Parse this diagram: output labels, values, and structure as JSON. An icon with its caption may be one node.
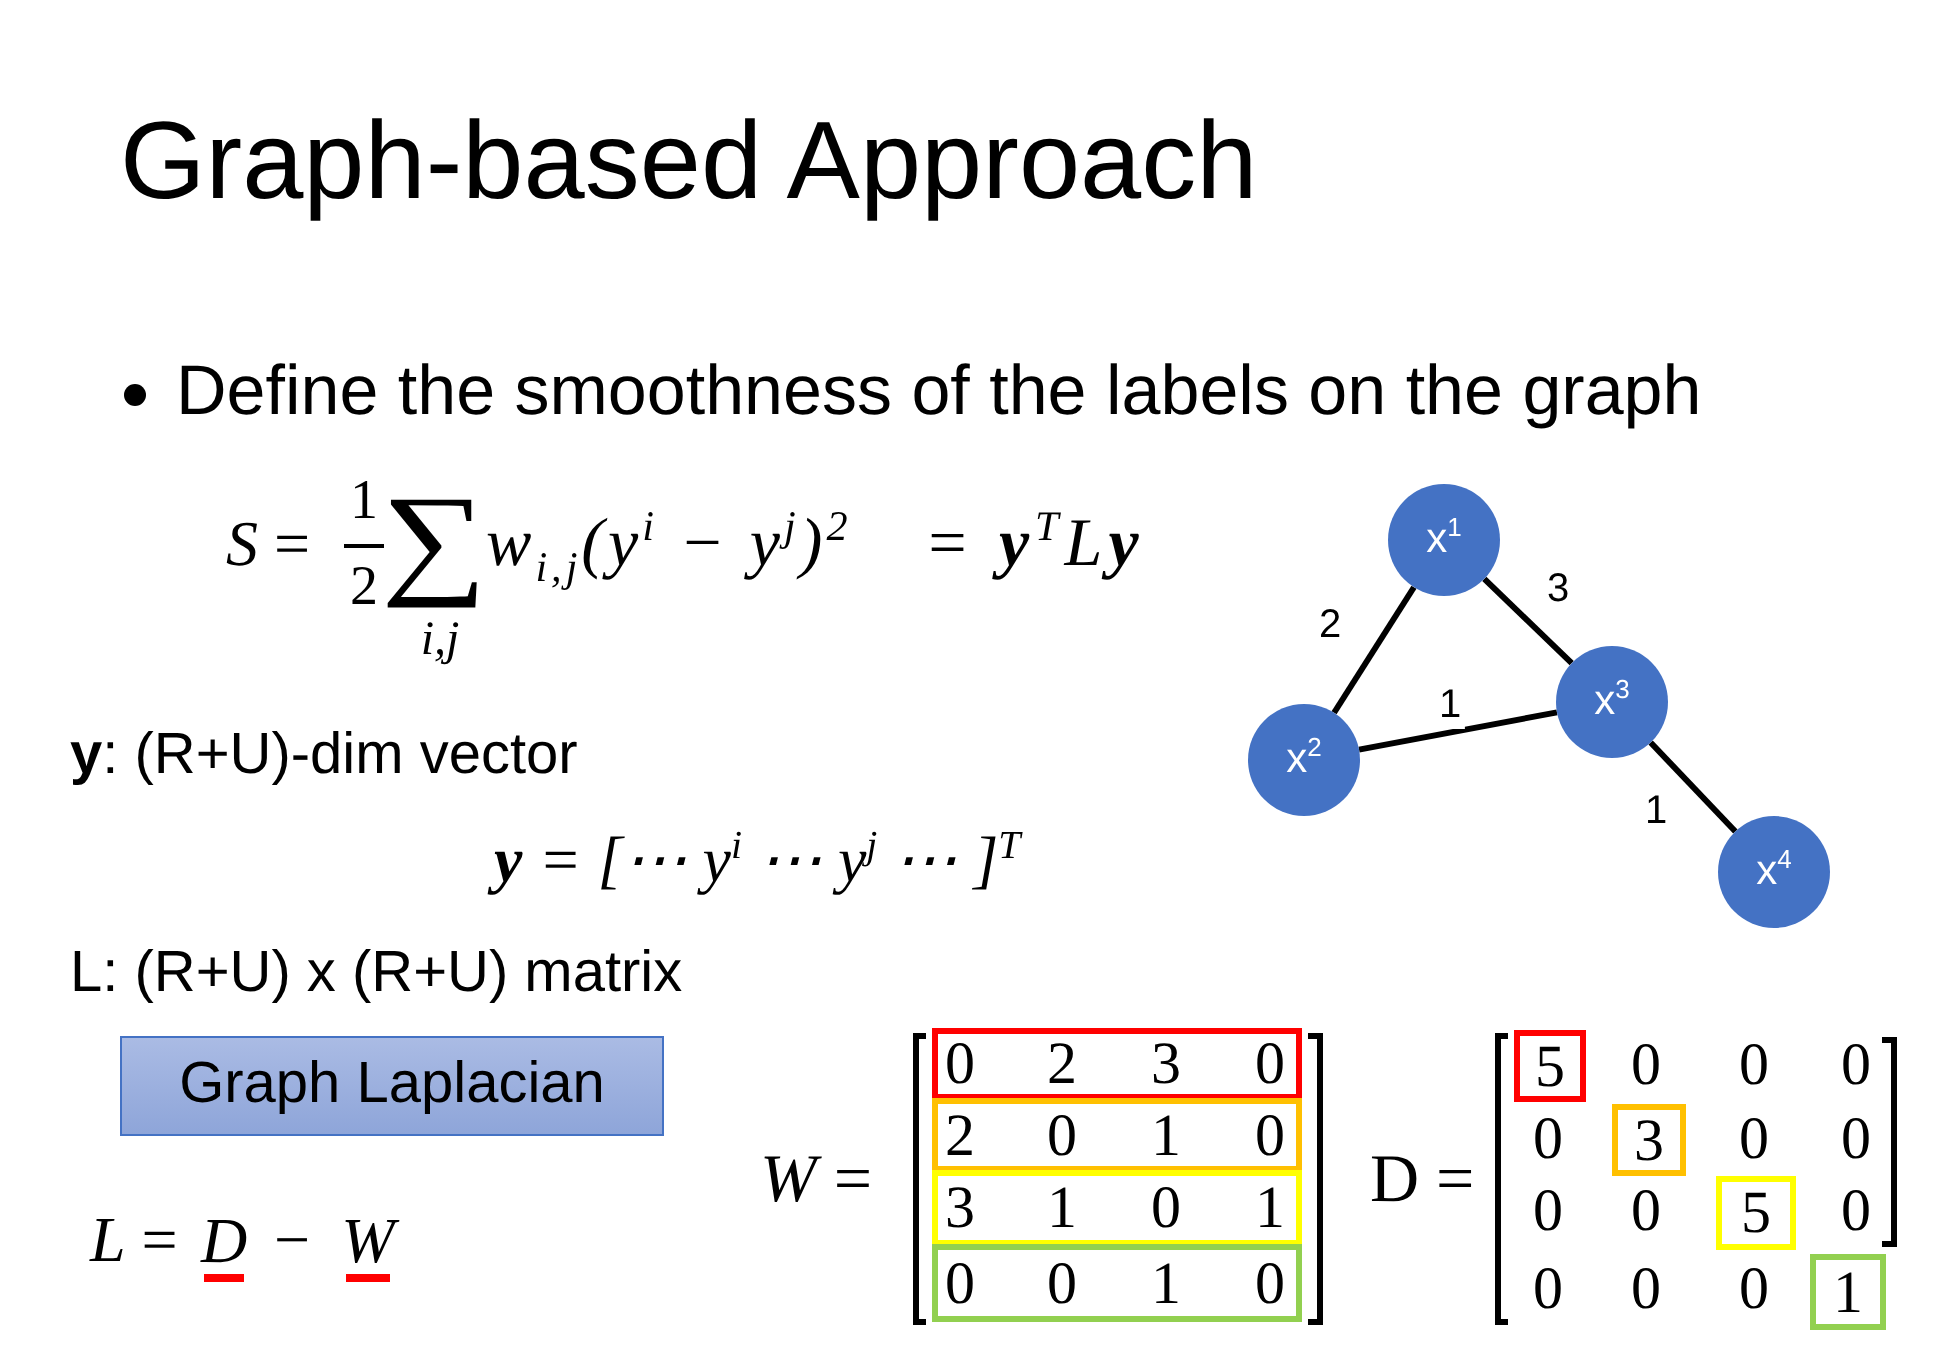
{
  "diagram": {
    "title": "Graph-based Approach",
    "nodes": [
      {
        "text": [
          "x$^{1}$"
        ]
      },
      {
        "text": [
          "x$^{2}$"
        ]
      },
      {
        "text": [
          "x$^{3}$"
        ]
      },
      {
        "text": [
          "x$^{4}$"
        ]
      },
      {
        "text": [
          "Graph Laplacian"
        ]
      },
      {
        "text": [
          "0",
          "2",
          "3",
          "0"
        ]
      },
      {
        "text": [
          "2",
          "0",
          "1",
          "0"
        ]
      },
      {
        "text": [
          "3",
          "1",
          "0",
          "1"
        ]
      },
      {
        "text": [
          "0",
          "0",
          "1",
          "0"
        ]
      },
      {
        "text": [
          "5"
        ]
      },
      {
        "text": [
          "3"
        ]
      },
      {
        "text": [
          "5"
        ]
      },
      {
        "text": [
          "1"
        ]
      }
    ],
    "edges": [
      {
        "from": 0,
        "to": 1,
        "arrow": "none",
        "label": "2"
      },
      {
        "from": 0,
        "to": 2,
        "arrow": "none",
        "label": "3"
      },
      {
        "from": 1,
        "to": 2,
        "arrow": "none",
        "label": "1"
      },
      {
        "from": 2,
        "to": 3,
        "arrow": "none",
        "label": "1"
      }
    ],
    "labels": [
      "Define the smoothness of the labels on the graph",
      "*S* =",
      "1",
      "2",
      "∑",
      "i,j",
      "w$_{i,j}$(y$^{i}$ − y$^{j}$)$^{2}$",
      "= **y**$^{T}$L**y**",
      "**y**: (R+U)-dim vector",
      "**y** = [⋯ y$^{i}$ ⋯ y$^{j}$ ⋯ ]$^{T}$",
      "L: (R+U) x (R+U) matrix",
      "*L* =",
      "D",
      "−",
      "W",
      "*W* =",
      "D =",
      "0",
      "0",
      "0",
      "0",
      "0",
      "0",
      "0",
      "0",
      "0",
      "0",
      "0",
      "0"
    ]
  }
}
